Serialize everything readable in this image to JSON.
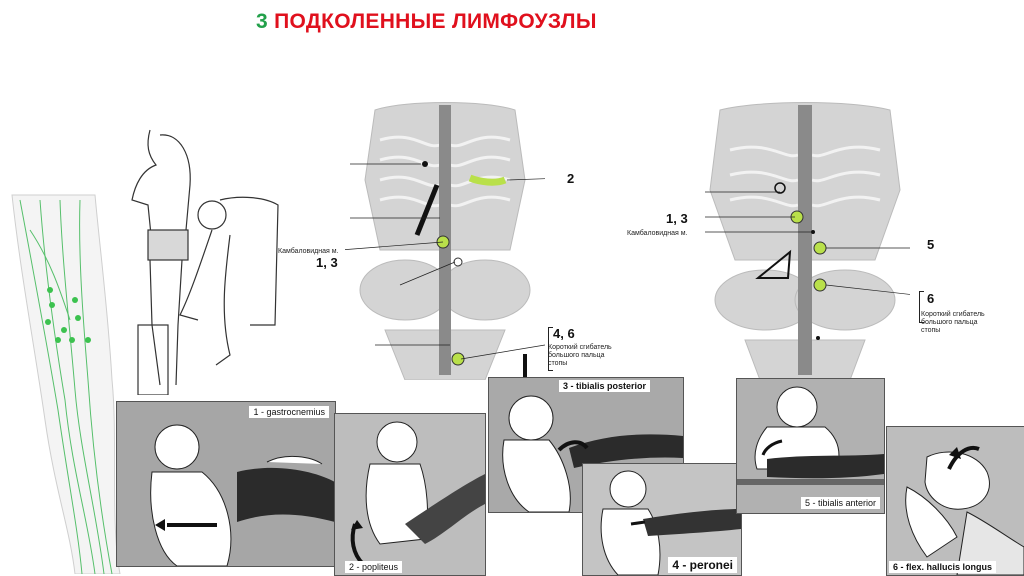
{
  "title": {
    "number": "3",
    "text": "ПОДКОЛЕННЫЕ ЛИМФОУЗЛЫ"
  },
  "skeleton_front": {
    "labels": {
      "two": "2",
      "one_three": "1, 3",
      "four_six": "4, 6"
    },
    "muscle_label": "Камбаловидная м.",
    "short_flexor": [
      "Короткий сгибатель",
      "большого пальца",
      "стопы"
    ]
  },
  "skeleton_back": {
    "labels": {
      "one_three": "1, 3",
      "five": "5",
      "six": "6"
    },
    "muscle_label": "Камбаловидная м.",
    "short_flexor": [
      "Короткий сгибатель",
      "большого пальца",
      "стопы"
    ]
  },
  "panels": [
    {
      "caption": "1 - gastrocnemius"
    },
    {
      "caption": "2 - popliteus"
    },
    {
      "caption": "3 - tibialis posterior"
    },
    {
      "caption": "4 - peronei"
    },
    {
      "caption": "5 - tibialis anterior"
    },
    {
      "caption": "6 - flex. hallucis longus"
    }
  ],
  "colors": {
    "title_number": "#22a04a",
    "title_text": "#e0101d",
    "node": "#b9e04a",
    "lymph": "#2fb34a"
  }
}
